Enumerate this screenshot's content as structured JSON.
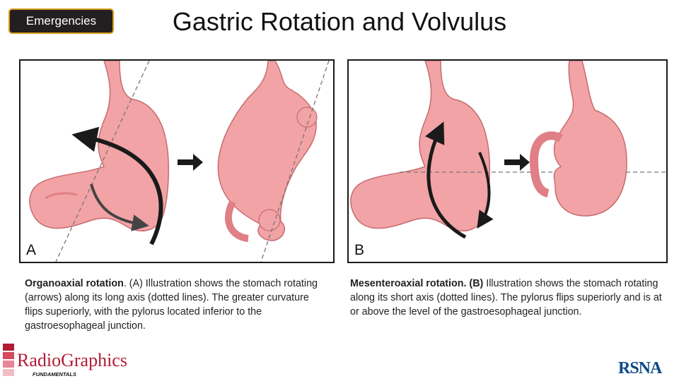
{
  "header": {
    "tag_label": "Emergencies",
    "title": "Gastric Rotation and Volvulus"
  },
  "panels": [
    {
      "letter": "A",
      "caption_heading": "Organoaxial rotation",
      "caption_text": ". (A) Illustration shows the stomach rotating (arrows) along its long axis (dotted lines). The greater curvature flips superiorly, with the pylorus located inferior to the gastroesophageal junction."
    },
    {
      "letter": "B",
      "caption_heading": "Mesenteroaxial rotation. (B)",
      "caption_text": " Illustration shows the stomach rotating along its short axis (dotted lines). The pylorus flips superiorly and is at or above the level of the gastroesophageal junction."
    }
  ],
  "footer": {
    "journal_logo": "RadioGraphics",
    "journal_subtitle": "FUNDAMENTALS",
    "society_logo": "RSNA"
  },
  "colors": {
    "tag_background": "#231f20",
    "tag_border": "#d49a1c",
    "stomach_fill": "#f2a3a6",
    "stomach_stroke": "#c76b70",
    "logo_red": "#b31b34"
  }
}
